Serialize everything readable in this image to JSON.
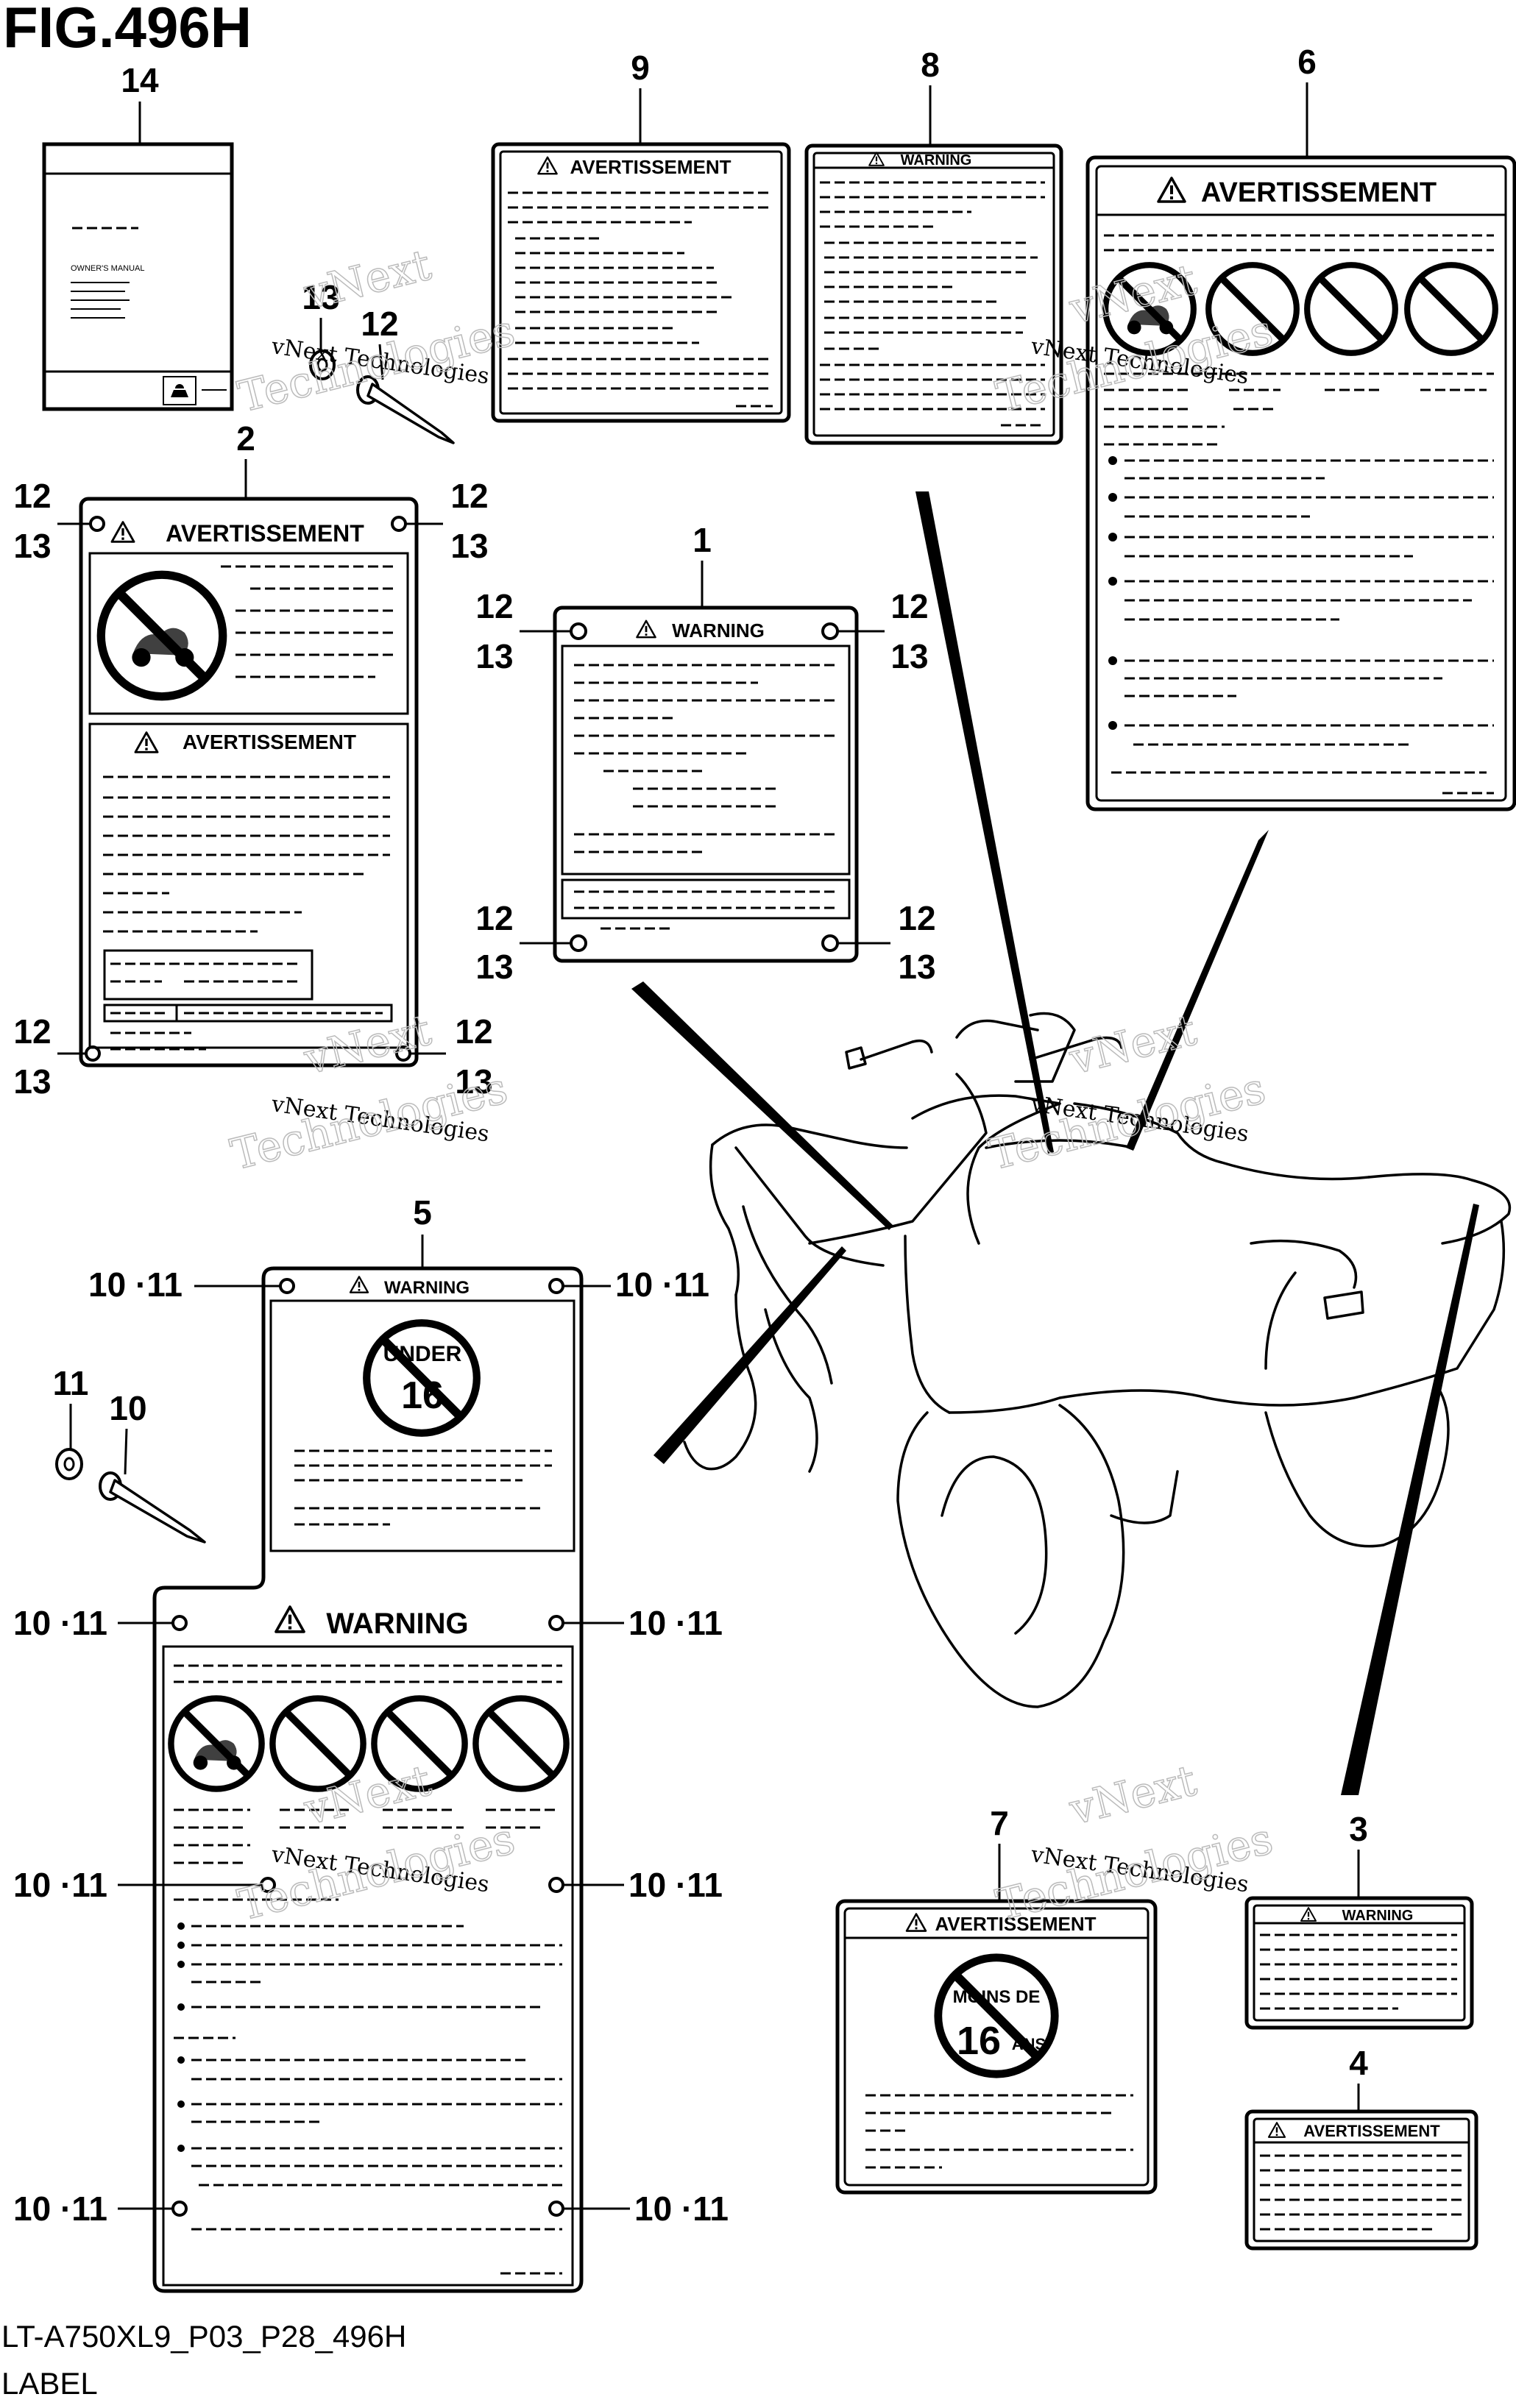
{
  "figure": {
    "title": "FIG.496H",
    "code": "LT-A750XL9_P03_P28_496H",
    "name": "LABEL"
  },
  "watermark": {
    "line1": "vNext",
    "line2": "Technologies",
    "inline": "vNext Technologies"
  },
  "callouts": {
    "c1": "1",
    "c2": "2",
    "c3": "3",
    "c4": "4",
    "c5": "5",
    "c6": "6",
    "c7": "7",
    "c8": "8",
    "c9": "9",
    "c10": "10",
    "c11": "11",
    "c12": "12",
    "c13": "13",
    "c14": "14",
    "c10_11": "10 ·11"
  },
  "label_text": {
    "warning": "WARNING",
    "avertissement": "AVERTISSEMENT",
    "under": "UNDER",
    "under_age": "16",
    "moins_de": "MOINS DE",
    "ans": "ANS",
    "owners_manual": "OWNER'S MANUAL"
  },
  "icons": [
    "warning-triangle-icon",
    "no-passenger-icon",
    "no-paved-road-icon",
    "no-riding-icon",
    "no-alcohol-icon",
    "rivet-icon",
    "washer-icon",
    "owners-manual-icon"
  ]
}
